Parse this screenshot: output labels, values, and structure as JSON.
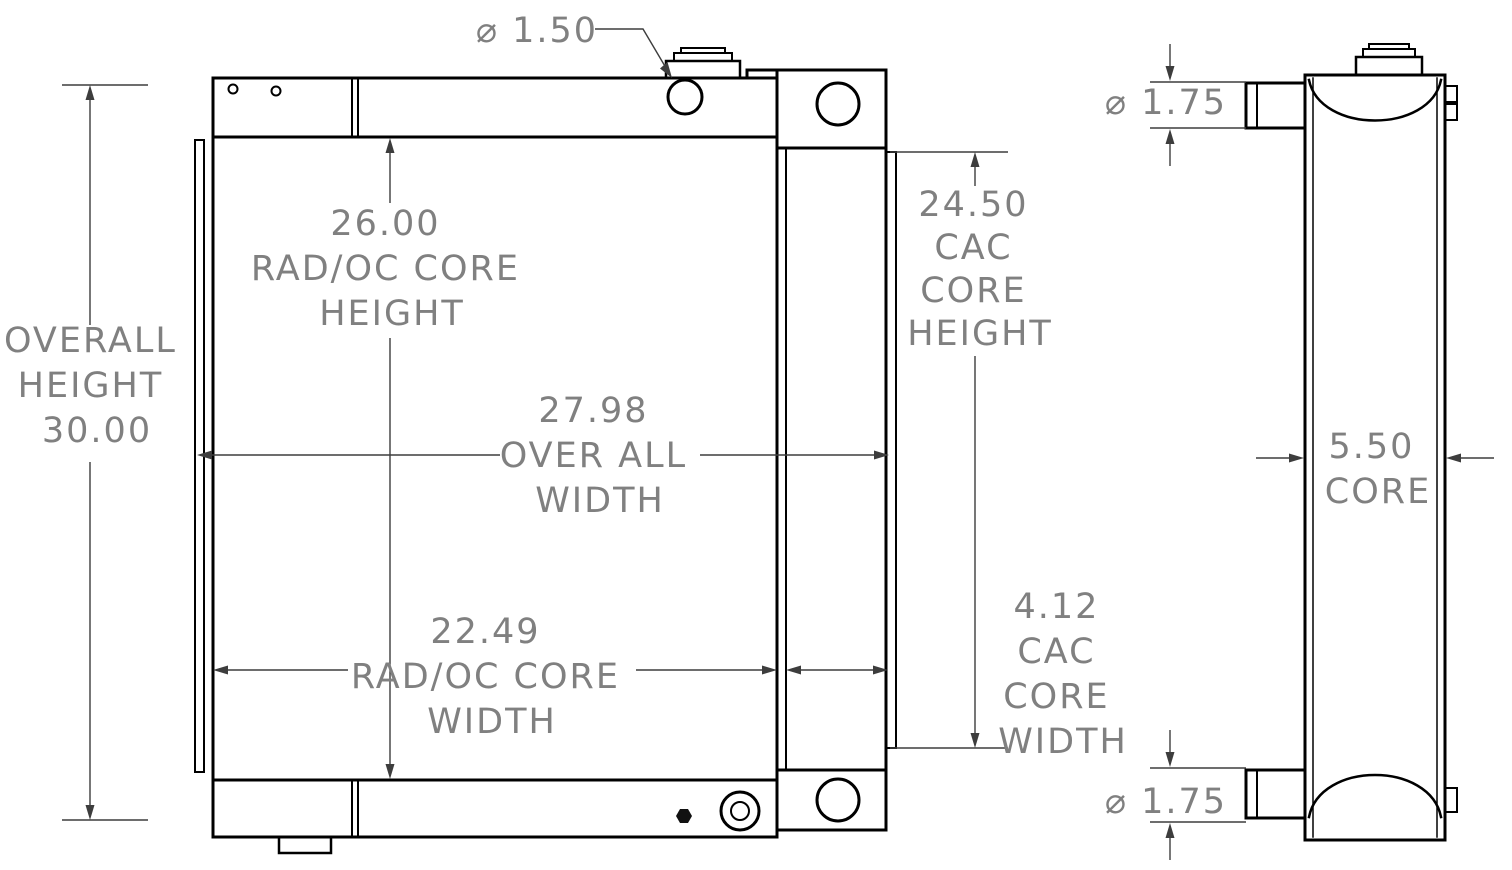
{
  "meta": {
    "background_color": "#ffffff",
    "part_line_color": "#000000",
    "dimension_line_color": "#3d3d3d",
    "dimension_text_color": "#808080"
  },
  "front_view": {
    "name": "radiator-front-view",
    "dims": {
      "overall_height": {
        "lines": [
          "OVERALL",
          "HEIGHT",
          "30.00"
        ]
      },
      "rad_oc_core_height": {
        "lines": [
          "26.00",
          "RAD/OC CORE",
          "HEIGHT"
        ]
      },
      "cac_core_height": {
        "lines": [
          "24.50",
          "CAC",
          "CORE",
          "HEIGHT"
        ]
      },
      "overall_width": {
        "lines": [
          "27.98",
          "OVER ALL",
          "WIDTH"
        ]
      },
      "rad_oc_core_width": {
        "lines": [
          "22.49",
          "RAD/OC CORE",
          "WIDTH"
        ]
      },
      "cac_core_width": {
        "lines": [
          "4.12",
          "CAC",
          "CORE",
          "WIDTH"
        ]
      },
      "filler_neck_diameter": {
        "lines": [
          "⌀ 1.50"
        ]
      }
    }
  },
  "side_view": {
    "name": "radiator-side-view",
    "dims": {
      "top_port_diameter": {
        "lines": [
          "⌀ 1.75"
        ]
      },
      "core_depth": {
        "lines": [
          "5.50",
          "CORE"
        ]
      },
      "bottom_port_diameter": {
        "lines": [
          "⌀ 1.75"
        ]
      }
    }
  }
}
